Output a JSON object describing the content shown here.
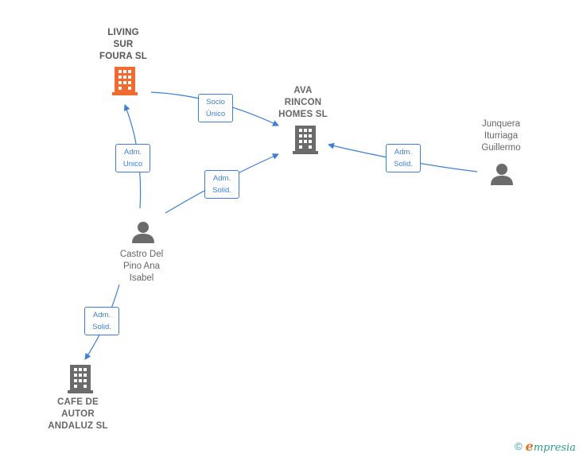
{
  "nodes": {
    "living": {
      "label": "LIVING\nSUR\nFOURA  SL",
      "kind": "company",
      "color": "#f26a30"
    },
    "ava": {
      "label": "AVA\nRINCON\nHOMES  SL",
      "kind": "company",
      "color": "#6b6b6b"
    },
    "junquera": {
      "label": "Junquera\nIturriaga\nGuillermo",
      "kind": "person",
      "color": "#6b6b6b"
    },
    "castro": {
      "label": "Castro Del\nPino Ana\nIsabel",
      "kind": "person",
      "color": "#6b6b6b"
    },
    "cafe": {
      "label": "CAFE DE\nAUTOR\nANDALUZ SL",
      "kind": "company",
      "color": "#6b6b6b"
    }
  },
  "edges": [
    {
      "from": "living",
      "to": "ava",
      "label": "Socio\nÚnico"
    },
    {
      "from": "castro",
      "to": "living",
      "label": "Adm.\nUnico"
    },
    {
      "from": "castro",
      "to": "ava",
      "label": "Adm.\nSolid."
    },
    {
      "from": "junquera",
      "to": "ava",
      "label": "Adm.\nSolid."
    },
    {
      "from": "castro",
      "to": "cafe",
      "label": "Adm.\nSolid."
    }
  ],
  "colors": {
    "edge": "#3d7fd6",
    "highlight": "#f26a30",
    "node": "#6b6b6b"
  },
  "footer": {
    "copyright": "©",
    "brand_first": "e",
    "brand_rest": "mpresia"
  }
}
